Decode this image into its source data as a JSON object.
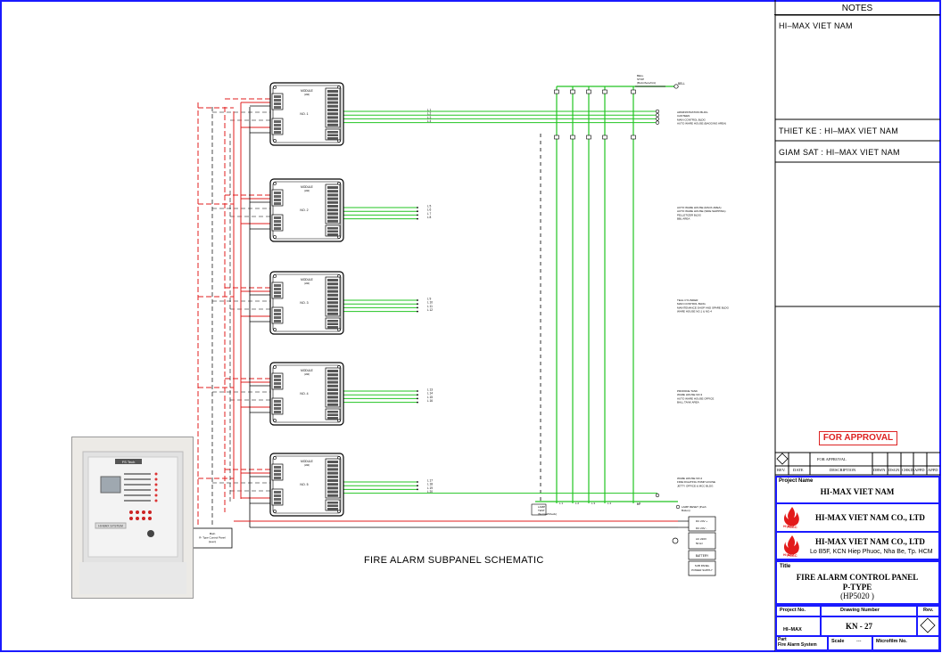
{
  "drawing": {
    "subtitle": "FIRE ALARM SUBPANEL SCHEMATIC",
    "modules": [
      {
        "title": "MODULE",
        "sub": "(HW)",
        "no": "NO. 1",
        "lines": [
          "L 1",
          "L 2",
          "L 3",
          "L 4"
        ]
      },
      {
        "title": "MODULE",
        "sub": "(HW)",
        "no": "NO. 2",
        "lines": [
          "L 5",
          "L 6",
          "L 7",
          "L 8"
        ]
      },
      {
        "title": "MODULE",
        "sub": "(HW)",
        "no": "NO. 3",
        "lines": [
          "L 9",
          "L 10",
          "L 11",
          "L 12"
        ]
      },
      {
        "title": "MODULE",
        "sub": "(HW)",
        "no": "NO. 4",
        "lines": [
          "L 13",
          "L 14",
          "L 15",
          "L 16"
        ]
      },
      {
        "title": "MODULE",
        "sub": "(HW)",
        "no": "NO. 5",
        "lines": [
          "L 17",
          "L 18",
          "L 19",
          "L 20"
        ]
      }
    ],
    "zone_groups": [
      [
        "ADMINISTRATION BLDG",
        "CANTEEN",
        "MAIN CONTROL BLDG",
        "AUTO WARE HOUSE (BAGGING AREA)"
      ],
      [
        "AUTO WARE HOUSE (RACK AREA)",
        "AUTO WARE HOUSE (SIDE SHIPPING)",
        "PELLETIZER BLDG",
        "BBL AREA"
      ],
      [
        "TEAL CYLINDER",
        "MAIN CONTROL BLDG",
        "MAINTENANCE SHOP AND SPARE BLDG",
        "WARE HOUSE NO.1 & NO.4"
      ],
      [
        "PROPANE TANK",
        "WARE HOUSE NO.3",
        "AUTO WARE HOUSE OFFICE",
        "BALL TANK AREA"
      ],
      [
        "WARE HOUSE NO.2",
        "FIRE FIGHTING PUMP HOUSE",
        "JETTY OFFICE & MCC BLDG"
      ]
    ],
    "bell_stop": [
      "BELL",
      "STOP",
      "(Buzz/Auto/Cnt)"
    ],
    "bell": "BELL",
    "lamp_test": [
      "LAMP",
      "TEST",
      "(Normal/Check)"
    ],
    "lamp_reset": [
      "LAMP RESET (Push",
      "Button)"
    ],
    "power": [
      "DC 24V +",
      "DC 24V -",
      "AC 220V",
      "50 Hz"
    ],
    "battery": "BATTERY",
    "sub_power": [
      "SUB PANEL",
      "POWER SUPPLY"
    ],
    "main_panel": [
      "Main",
      "R- Type Control Panel",
      "(seen)"
    ],
    "bus_labels": [
      "L 1",
      "L 2",
      "L 3",
      "L 4",
      "L 5",
      "20"
    ],
    "photo_brand": "FS Tech",
    "photo_label": "HI-MAX SYSTEM"
  },
  "title_block": {
    "notes_header": "NOTES",
    "notes_line": "HI–MAX VIET NAM",
    "thiet_ke": "THIET KE : HI–MAX VIET NAM",
    "giam_sat": "GIAM SAT : HI–MAX VIET NAM",
    "for_approval_stamp": "FOR APPROVAL",
    "rev_row": "FOR APPROVAL",
    "rev_headers": [
      "REV.",
      "DATE",
      "DESCRIPTION",
      "DRWN",
      "DSGN",
      "CHKD",
      "APPD",
      "APPD"
    ],
    "project_name_label": "Project Name",
    "project_name": "HI-MAX VIET NAM",
    "company1": "HI-MAX VIET NAM CO., LTD",
    "company2": "HI-MAX VIET NAM CO., LTD",
    "address": "Lo B5F, KCN Hiep Phuoc, Nha Be, Tp. HCM",
    "logo_text": [
      "PCCC",
      "HI MAX"
    ],
    "title_label": "Title",
    "title_line1": "FIRE ALARM CONTROL PANEL",
    "title_line2": "P-TYPE",
    "title_line3": "(HP5020 )",
    "project_no_label": "Project No.",
    "project_no": "HI–MAX",
    "drawing_number_label": "Drawing Number",
    "drawing_number": "KN - 27",
    "rev_label": "Rev.",
    "part_label": "Part",
    "part_value": "Fire Alarm System",
    "scale_label": "Scale",
    "scale_value": "---",
    "microfilm_label": "Microfilm No."
  },
  "colors": {
    "green": "#22c422",
    "red": "#e01c1c",
    "blue": "#1a1aff",
    "black": "#000000"
  }
}
